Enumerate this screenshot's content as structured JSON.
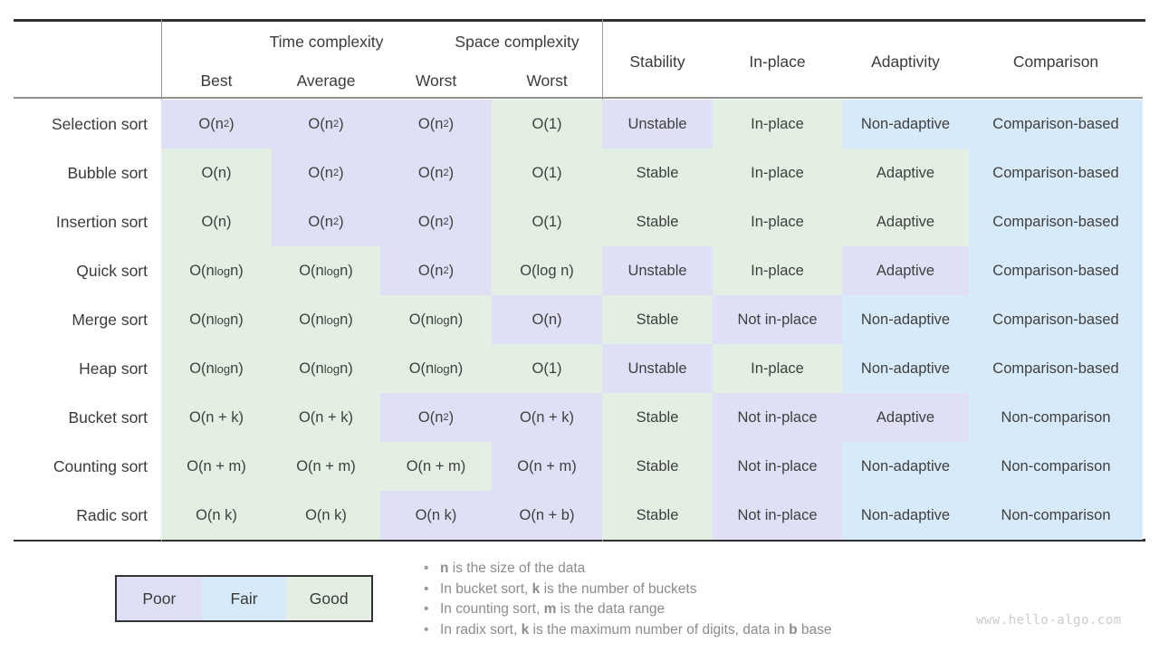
{
  "colors": {
    "poor": "#dfe0f6",
    "fair": "#d7eafa",
    "good": "#e2efe2",
    "border_dark": "#2f2f2f",
    "border_light": "#9a9a9a",
    "text": "#3b3b3b",
    "note_text": "#8c8c8c",
    "watermark_text": "#cbcbcb"
  },
  "header": {
    "time_complexity_label": "Time complexity",
    "space_complexity_label": "Space complexity",
    "sub_columns": [
      "Best",
      "Average",
      "Worst",
      "Worst"
    ],
    "attribute_columns": [
      "Stability",
      "In-place",
      "Adaptivity",
      "Comparison"
    ]
  },
  "legend": {
    "items": [
      {
        "label": "Poor",
        "rating": "poor"
      },
      {
        "label": "Fair",
        "rating": "fair"
      },
      {
        "label": "Good",
        "rating": "good"
      }
    ]
  },
  "notes": [
    "**n** is the size of the data",
    "In bucket sort, **k** is the number of buckets",
    "In counting sort, **m** is the data range",
    "In radix sort, **k** is the maximum number of digits, data in **b** base"
  ],
  "watermark": "www.hello-algo.com",
  "chart_data": {
    "type": "table",
    "title": "Sorting algorithms comparison",
    "columns": [
      "",
      "Time complexity Best",
      "Time complexity Average",
      "Time complexity Worst",
      "Space complexity Worst",
      "Stability",
      "In-place",
      "Adaptivity",
      "Comparison"
    ],
    "rating_scale": [
      "poor",
      "fair",
      "good"
    ],
    "rows": [
      {
        "label": "Selection sort",
        "cells": [
          "O(n²)",
          "O(n²)",
          "O(n²)",
          "O(1)",
          "Unstable",
          "In-place",
          "Non-adaptive",
          "Comparison-based"
        ],
        "ratings": [
          "poor",
          "poor",
          "poor",
          "good",
          "poor",
          "good",
          "fair",
          "fair"
        ]
      },
      {
        "label": "Bubble sort",
        "cells": [
          "O(n)",
          "O(n²)",
          "O(n²)",
          "O(1)",
          "Stable",
          "In-place",
          "Adaptive",
          "Comparison-based"
        ],
        "ratings": [
          "good",
          "poor",
          "poor",
          "good",
          "good",
          "good",
          "good",
          "fair"
        ]
      },
      {
        "label": "Insertion sort",
        "cells": [
          "O(n)",
          "O(n²)",
          "O(n²)",
          "O(1)",
          "Stable",
          "In-place",
          "Adaptive",
          "Comparison-based"
        ],
        "ratings": [
          "good",
          "poor",
          "poor",
          "good",
          "good",
          "good",
          "good",
          "fair"
        ]
      },
      {
        "label": "Quick sort",
        "cells": [
          "O(n log n)",
          "O(n log n)",
          "O(n²)",
          "O(log n)",
          "Unstable",
          "In-place",
          "Adaptive",
          "Comparison-based"
        ],
        "ratings": [
          "good",
          "good",
          "poor",
          "good",
          "poor",
          "good",
          "poor",
          "fair"
        ]
      },
      {
        "label": "Merge sort",
        "cells": [
          "O(n log n)",
          "O(n log n)",
          "O(n log n)",
          "O(n)",
          "Stable",
          "Not in-place",
          "Non-adaptive",
          "Comparison-based"
        ],
        "ratings": [
          "good",
          "good",
          "good",
          "poor",
          "good",
          "poor",
          "fair",
          "fair"
        ]
      },
      {
        "label": "Heap sort",
        "cells": [
          "O(n log n)",
          "O(n log n)",
          "O(n log n)",
          "O(1)",
          "Unstable",
          "In-place",
          "Non-adaptive",
          "Comparison-based"
        ],
        "ratings": [
          "good",
          "good",
          "good",
          "good",
          "poor",
          "good",
          "fair",
          "fair"
        ]
      },
      {
        "label": "Bucket sort",
        "cells": [
          "O(n + k)",
          "O(n + k)",
          "O(n²)",
          "O(n + k)",
          "Stable",
          "Not in-place",
          "Adaptive",
          "Non-comparison"
        ],
        "ratings": [
          "good",
          "good",
          "poor",
          "poor",
          "good",
          "poor",
          "poor",
          "fair"
        ]
      },
      {
        "label": "Counting sort",
        "cells": [
          "O(n + m)",
          "O(n + m)",
          "O(n + m)",
          "O(n + m)",
          "Stable",
          "Not in-place",
          "Non-adaptive",
          "Non-comparison"
        ],
        "ratings": [
          "good",
          "good",
          "good",
          "poor",
          "good",
          "poor",
          "fair",
          "fair"
        ]
      },
      {
        "label": "Radic sort",
        "cells": [
          "O(n k)",
          "O(n k)",
          "O(n k)",
          "O(n + b)",
          "Stable",
          "Not in-place",
          "Non-adaptive",
          "Non-comparison"
        ],
        "ratings": [
          "good",
          "good",
          "poor",
          "poor",
          "good",
          "poor",
          "fair",
          "fair"
        ]
      }
    ]
  }
}
